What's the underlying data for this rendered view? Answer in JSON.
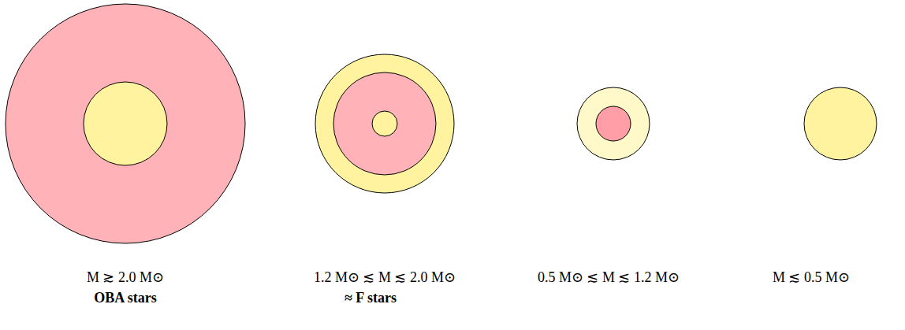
{
  "diagram": {
    "labels": [
      "M ≳ 2.0 M⊙",
      "OBA stars",
      "1.2 M⊙ ≲ M ≲ 2.0 M⊙",
      "≈ F stars",
      "0.5 M⊙ ≲ M ≲ 1.2 M⊙",
      "M ≲ 0.5 M⊙"
    ]
  }
}
